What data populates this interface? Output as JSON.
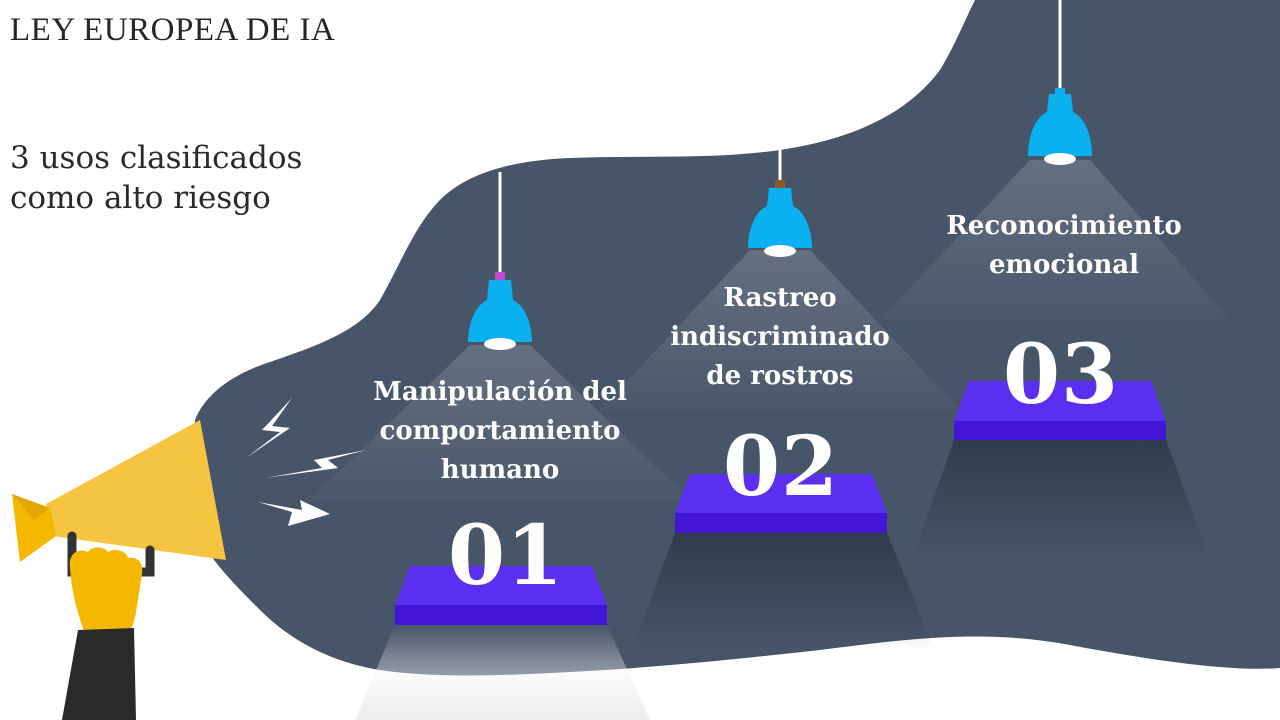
{
  "slide": {
    "title": "LEY EUROPEA DE IA",
    "subtitle": "3 usos clasificados como alto riesgo"
  },
  "items": [
    {
      "number": "01",
      "label": "Manipulación del comportamiento humano"
    },
    {
      "number": "02",
      "label": "Rastreo indiscriminado de rostros"
    },
    {
      "number": "03",
      "label": "Reconocimiento emocional"
    }
  ],
  "colors": {
    "background_shape": "#475569",
    "lamp": "#0ab0f0",
    "pedestal": "#5b2ff0",
    "megaphone": "#f5c542",
    "hand": "#f5b800"
  },
  "icons": [
    "megaphone-icon",
    "hand-icon",
    "lightning-icon",
    "lamp-icon"
  ]
}
